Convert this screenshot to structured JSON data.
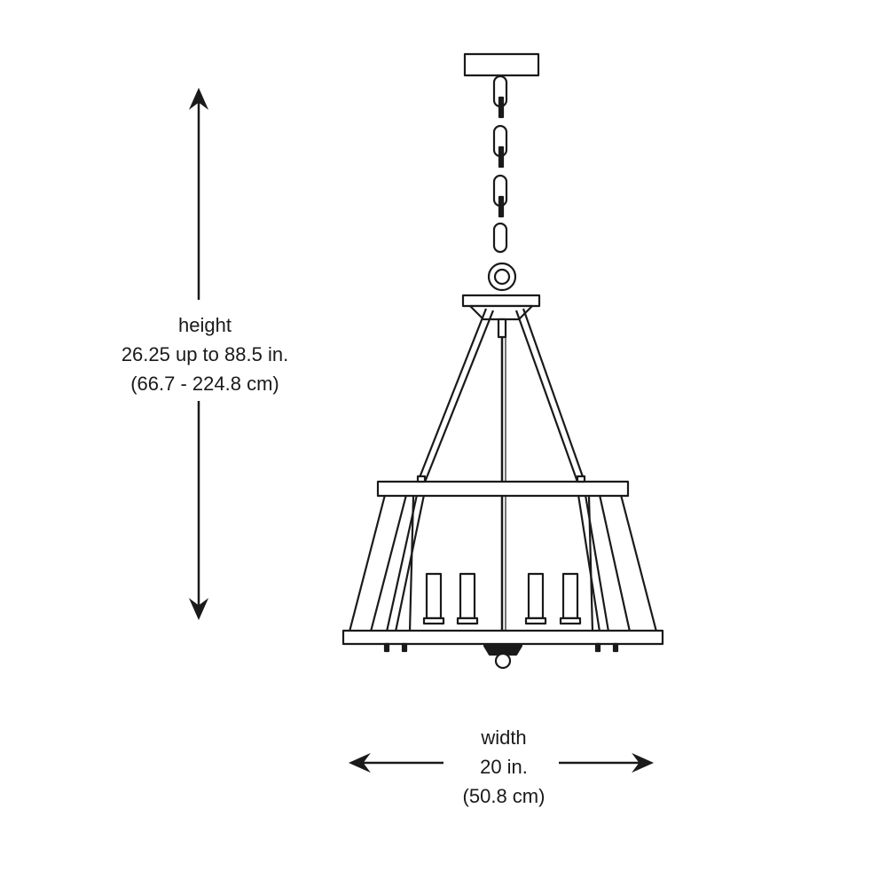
{
  "dimensions": {
    "height": {
      "title": "height",
      "imperial": "26.25 up to 88.5 in.",
      "metric": "(66.7 - 224.8 cm)"
    },
    "width": {
      "title": "width",
      "imperial": "20 in.",
      "metric": "(50.8 cm)"
    }
  },
  "colors": {
    "line": "#1a1a1a",
    "background": "#ffffff"
  }
}
